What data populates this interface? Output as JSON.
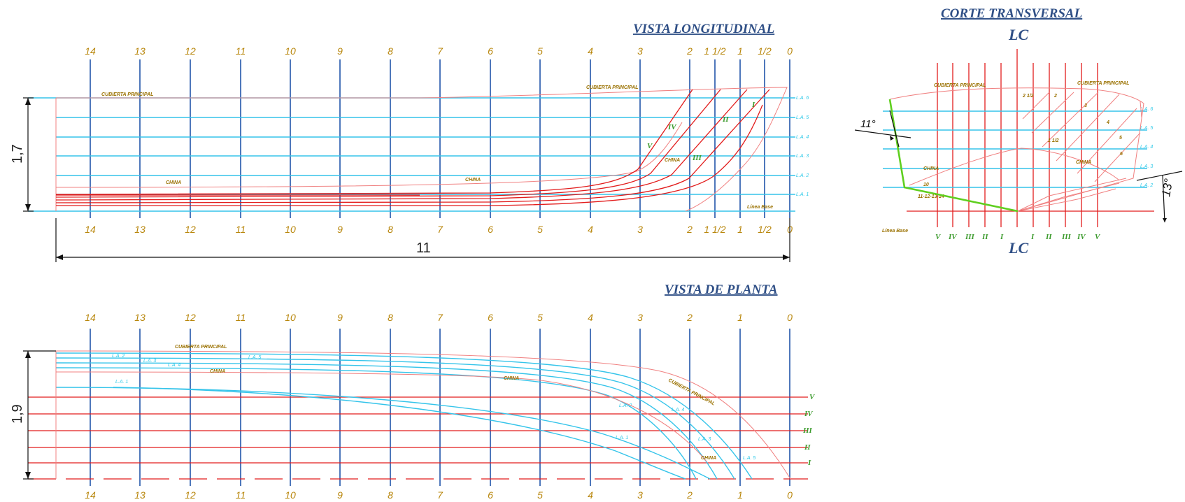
{
  "titles": {
    "longitudinal": "VISTA LONGITUDINAL",
    "plan": "VISTA DE PLANTA",
    "transverse": "CORTE TRANSVERSAL"
  },
  "stations": {
    "longitudinal_top": [
      "14",
      "13",
      "12",
      "11",
      "10",
      "9",
      "8",
      "7",
      "6",
      "5",
      "4",
      "3",
      "2",
      "1 1/2",
      "1",
      "1/2",
      "0"
    ],
    "longitudinal_bottom": [
      "14",
      "13",
      "12",
      "11",
      "10",
      "9",
      "8",
      "7",
      "6",
      "5",
      "4",
      "3",
      "2",
      "1 1/2",
      "1",
      "1/2",
      "0"
    ],
    "plan": [
      "14",
      "13",
      "12",
      "11",
      "10",
      "9",
      "8",
      "7",
      "6",
      "5",
      "4",
      "3",
      "2",
      "1",
      "0"
    ]
  },
  "dimensions": {
    "length": "11",
    "depth": "1,7",
    "beam": "1,9",
    "angle_left": "11°",
    "angle_right": "13°"
  },
  "labels": {
    "deck": "CUBIERTA PRINCIPAL",
    "chine": "CHINA",
    "baseline": "Línea Base",
    "centerline": "LC",
    "buttocks": [
      "V",
      "IV",
      "III",
      "II",
      "I"
    ],
    "waterlines": [
      "L.A. 1",
      "L.A. 2",
      "L.A. 3",
      "L.A. 4",
      "L.A. 5",
      "L.A. 6"
    ],
    "sections_transverse": [
      "2 1/2",
      "2",
      "3",
      "4",
      "5",
      "6",
      "1 1/2"
    ],
    "keel_note": "11-12-13-14"
  }
}
